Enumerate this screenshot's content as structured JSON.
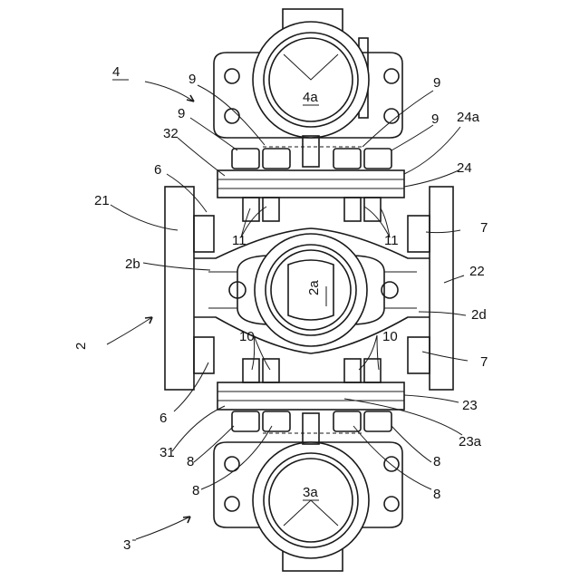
{
  "figure": {
    "labels": {
      "l4": "4",
      "l3": "3",
      "l2": "2",
      "l4a": "4a",
      "l3a": "3a",
      "l2a": "2a",
      "l2b": "2b",
      "l2d": "2d",
      "l9a": "9",
      "l9b": "9",
      "l9c": "9",
      "l9d": "9",
      "l32": "32",
      "l24a": "24a",
      "l24": "24",
      "l6a": "6",
      "l6b": "6",
      "l21": "21",
      "l22": "22",
      "l7a": "7",
      "l7b": "7",
      "l11a": "11",
      "l11b": "11",
      "l10a": "10",
      "l10b": "10",
      "l23": "23",
      "l23a": "23a",
      "l31": "31",
      "l8a": "8",
      "l8b": "8",
      "l8c": "8",
      "l8d": "8"
    }
  }
}
